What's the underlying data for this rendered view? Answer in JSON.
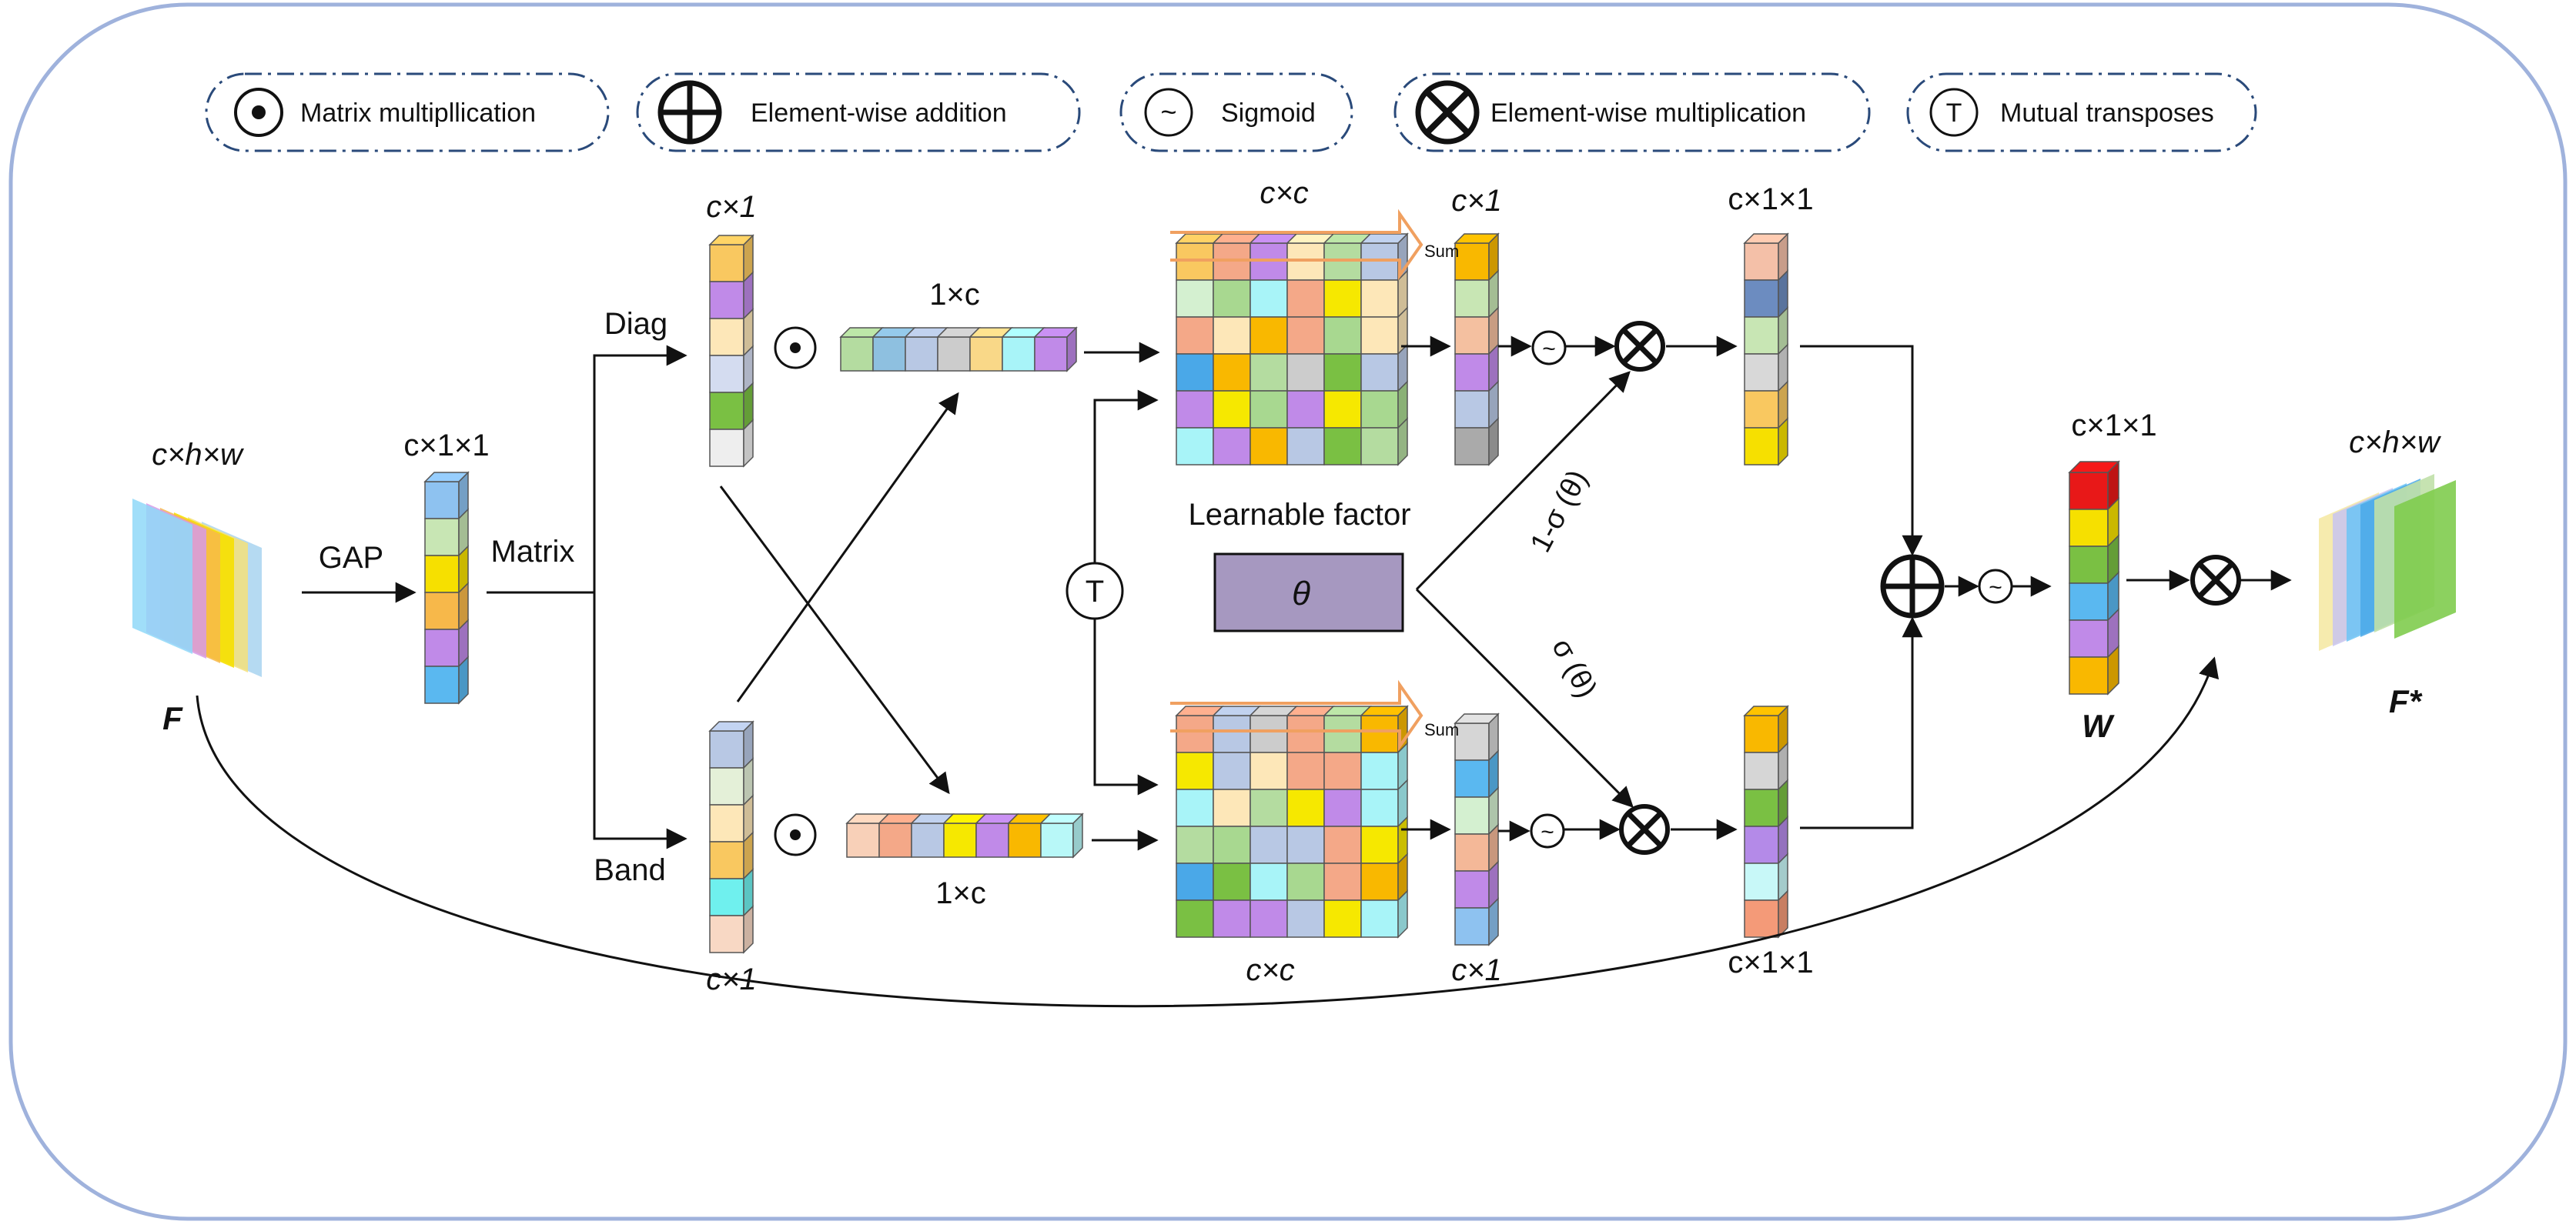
{
  "legend": [
    {
      "symbol": "dot-icon",
      "label": "Matrix multipllication"
    },
    {
      "symbol": "plus-icon",
      "label": "Element-wise addition"
    },
    {
      "symbol": "tilde-icon",
      "label": "Sigmoid"
    },
    {
      "symbol": "times-icon",
      "label": "Element-wise multiplication"
    },
    {
      "symbol": "transpose-icon",
      "label": "Mutual transposes"
    }
  ],
  "labels": {
    "input_dims": "c×h×w",
    "input_name": "F",
    "gap": "GAP",
    "gap_vector_dims": "c×1×1",
    "matrix": "Matrix",
    "diag": "Diag",
    "band": "Band",
    "diag_vector_dims": "c×1",
    "band_vector_dims": "c×1",
    "row_vector_dims_top": "1×c",
    "row_vector_dims_bottom": "1×c",
    "matrix_dims_top": "c×c",
    "matrix_dims_bottom": "c×c",
    "sum": "Sum",
    "sum_vector_dims_top": "c×1",
    "sum_vector_dims_bottom": "c×1",
    "transpose_symbol": "T",
    "tilde_symbol": "~",
    "learnable_factor": "Learnable factor",
    "theta": "θ",
    "one_minus_sigma": "1-σ (θ)",
    "sigma": "σ (θ)",
    "weighted_dims_top": "c×1×1",
    "weighted_dims_bottom": "c×1×1",
    "weight_dims": "c×1×1",
    "weight_name": "W",
    "output_dims": "c×h×w",
    "output_name": "F*"
  },
  "colors": {
    "frame": "#9fb2dc",
    "legend_border": "#2a4a7a",
    "theta_fill": "#a698c0",
    "sum_arrow": "#f0a060"
  }
}
